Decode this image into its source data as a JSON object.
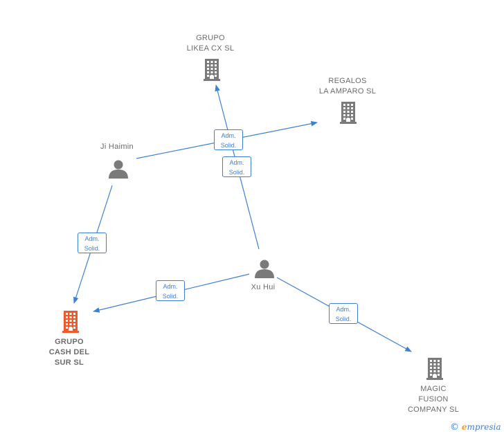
{
  "colors": {
    "edge": "#3c7fd6",
    "company": "#7a7a7a",
    "company_highlight": "#f05a28",
    "person": "#7a7a7a"
  },
  "nodes": [
    {
      "id": "grupo-likea",
      "type": "company",
      "label": "GRUPO\nLIKEA CX SL",
      "highlight": false
    },
    {
      "id": "regalos-amparo",
      "type": "company",
      "label": "REGALOS\nLA AMPARO  SL",
      "highlight": false
    },
    {
      "id": "ji-haimin",
      "type": "person",
      "label": "Ji Haimin",
      "highlight": false
    },
    {
      "id": "xu-hui",
      "type": "person",
      "label": "Xu Hui",
      "highlight": false
    },
    {
      "id": "grupo-cash",
      "type": "company",
      "label": "GRUPO\nCASH DEL\nSUR  SL",
      "highlight": true
    },
    {
      "id": "magic-fusion",
      "type": "company",
      "label": "MAGIC\nFUSION\nCOMPANY SL",
      "highlight": false
    }
  ],
  "edges": [
    {
      "from": "ji-haimin",
      "to": "regalos-amparo",
      "label": [
        "Adm.",
        "Solid."
      ]
    },
    {
      "from": "xu-hui",
      "to": "grupo-likea",
      "label": [
        "Adm.",
        "Solid."
      ]
    },
    {
      "from": "ji-haimin",
      "to": "grupo-cash",
      "label": [
        "Adm.",
        "Solid."
      ]
    },
    {
      "from": "xu-hui",
      "to": "grupo-cash",
      "label": [
        "Adm.",
        "Solid."
      ]
    },
    {
      "from": "xu-hui",
      "to": "magic-fusion",
      "label": [
        "Adm.",
        "Solid."
      ]
    }
  ],
  "brand": {
    "copyright": "©",
    "initial": "e",
    "rest": "mpresia"
  }
}
